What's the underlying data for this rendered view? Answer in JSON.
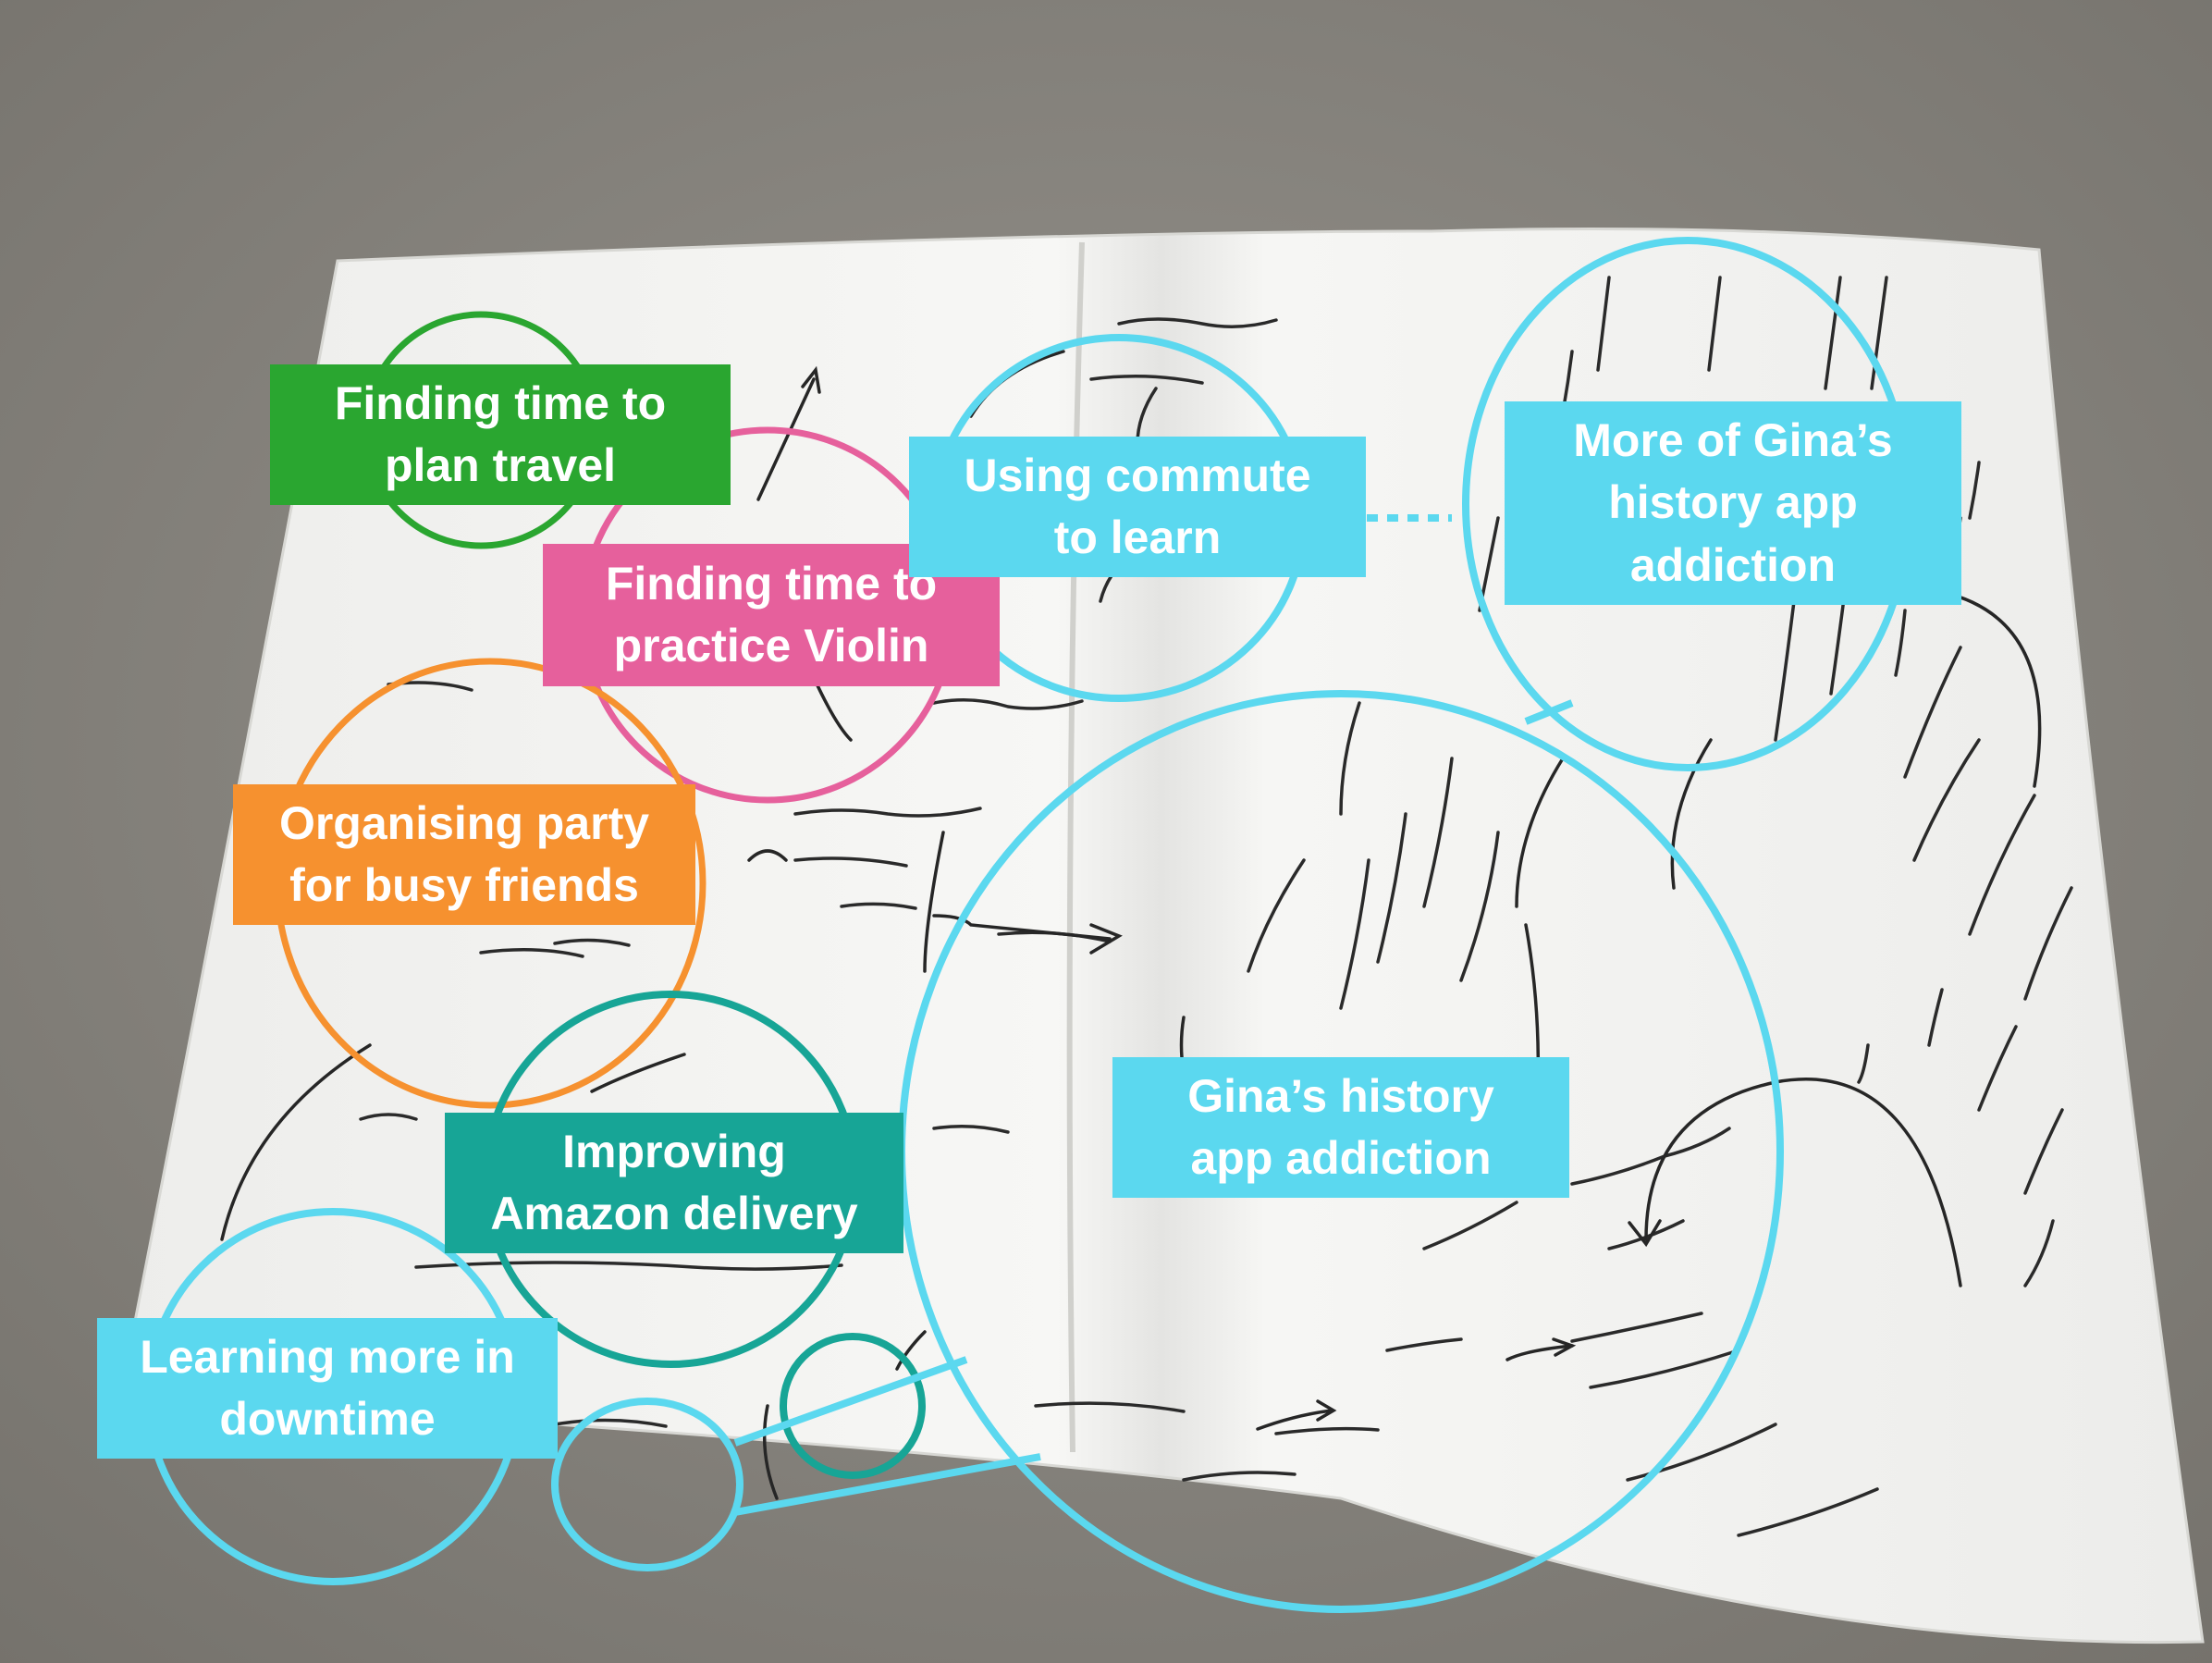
{
  "colors": {
    "floor": "#8e8b85",
    "paper": "#f4f4f2",
    "ink": "#262626",
    "green": "#2aa630",
    "pink": "#e6609c",
    "orange": "#f6912f",
    "teal": "#17a596",
    "cyan": "#5bd8ef"
  },
  "labels": {
    "plan_travel": "Finding time to\nplan travel",
    "practice_violin": "Finding time to\npractice Violin",
    "commute_learn": "Using commute\nto learn",
    "more_gina": "More of Gina’s\nhistory app\naddiction",
    "party": "Organising party\nfor busy friends",
    "gina_addiction": "Gina’s history\napp addiction",
    "amazon": "Improving\nAmazon delivery",
    "downtime": "Learning more in\ndowntime"
  }
}
